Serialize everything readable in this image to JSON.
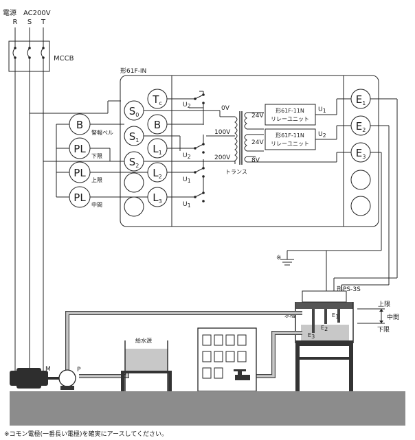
{
  "power": {
    "source": "電源",
    "ac": "AC200V",
    "phases": [
      "R",
      "S",
      "T"
    ],
    "breaker": "MCCB"
  },
  "controller": {
    "model": "形61F-IN",
    "terminals": {
      "tc": {
        "main": "T",
        "sub": "c"
      },
      "s0": {
        "main": "S",
        "sub": "0"
      },
      "b": {
        "main": "B",
        "sub": ""
      },
      "s1": {
        "main": "S",
        "sub": "1"
      },
      "l1": {
        "main": "L",
        "sub": "1"
      },
      "s2": {
        "main": "S",
        "sub": "2"
      },
      "l2": {
        "main": "L",
        "sub": "2"
      },
      "l3": {
        "main": "L",
        "sub": "3"
      },
      "e1": {
        "main": "E",
        "sub": "1"
      },
      "e2": {
        "main": "E",
        "sub": "2"
      },
      "e3": {
        "main": "E",
        "sub": "3"
      }
    },
    "u2_top": {
      "main": "U",
      "sub": "2"
    },
    "u2_mid": {
      "main": "U",
      "sub": "2"
    },
    "u1_mid": {
      "main": "U",
      "sub": "1"
    },
    "u1_bot": {
      "main": "U",
      "sub": "1"
    },
    "u1_right": {
      "main": "U",
      "sub": "1"
    },
    "u2_right": {
      "main": "U",
      "sub": "2"
    },
    "transformer": {
      "v0": "0V",
      "v100": "100V",
      "v200": "200V",
      "label": "トランス"
    },
    "relay_units": [
      {
        "voltage": "24V",
        "model": "形61F-11N",
        "name": "リレーユニット"
      },
      {
        "voltage": "24V",
        "model": "形61F-11N",
        "name": "リレーユニット"
      }
    ],
    "v8": "8V"
  },
  "indicators": [
    {
      "main": "B",
      "label": "警報ベル"
    },
    {
      "main": "PL",
      "label": "下限"
    },
    {
      "main": "PL",
      "label": "上限"
    },
    {
      "main": "PL",
      "label": "中間"
    }
  ],
  "electrode": {
    "holder": "形PS-3S",
    "levels": {
      "upper": "上限",
      "middle": "中間",
      "lower": "下限"
    },
    "tank": "水槽",
    "rods": {
      "e1": {
        "main": "E",
        "sub": "1"
      },
      "e2": {
        "main": "E",
        "sub": "2"
      },
      "e3": {
        "main": "E",
        "sub": "3"
      }
    }
  },
  "site": {
    "supply_source": "給水源",
    "motor": "M",
    "pump": "P",
    "ground_mark": "※"
  },
  "footnote": "※コモン電極(一番長い電極)を確実にアースしてください。"
}
